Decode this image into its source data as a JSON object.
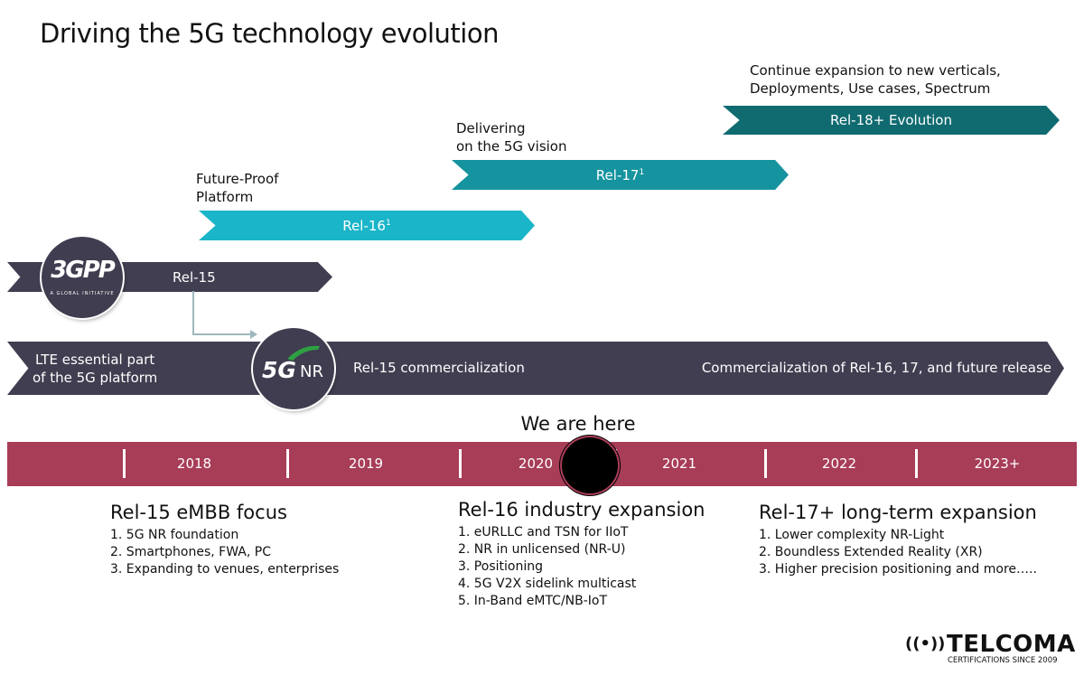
{
  "title": "Driving the 5G technology evolution",
  "colors": {
    "dark": "#403e50",
    "rel16": "#1ab5c9",
    "rel17": "#15939f",
    "rel18": "#0f6b70",
    "timeline": "#a83d58"
  },
  "releases": {
    "rel15": {
      "label": "Rel-15"
    },
    "rel16": {
      "label": "Rel-16",
      "sup": "1",
      "caption_line1": "Future-Proof",
      "caption_line2": "Platform"
    },
    "rel17": {
      "label": "Rel-17",
      "sup": "1",
      "caption_line1": "Delivering",
      "caption_line2": "on the 5G vision"
    },
    "rel18": {
      "label": "Rel-18+ Evolution",
      "caption_line1": "Continue expansion to new verticals,",
      "caption_line2": "Deployments, Use cases, Spectrum"
    }
  },
  "logo_3gpp": {
    "text": "3GPP",
    "sub": "A GLOBAL INITIATIVE"
  },
  "logo_5gnr": {
    "text": "5G",
    "sub": "NR"
  },
  "lte_band": {
    "left_line1": "LTE essential part",
    "left_line2": "of the 5G platform",
    "middle": "Rel-15 commercialization",
    "right": "Commercialization of Rel-16, 17, and future release"
  },
  "marker": "We are here",
  "years": [
    "2018",
    "2019",
    "2020",
    "2021",
    "2022",
    "2023+"
  ],
  "sections": [
    {
      "heading": "Rel-15 eMBB focus",
      "items": [
        "1.  5G NR foundation",
        "2. Smartphones, FWA, PC",
        "3. Expanding to venues, enterprises"
      ]
    },
    {
      "heading": "Rel-16 industry expansion",
      "items": [
        "1. eURLLC and TSN for IIoT",
        "2. NR in unlicensed (NR-U)",
        "3. Positioning",
        "4. 5G V2X sidelink multicast",
        "5. In-Band eMTC/NB-IoT"
      ]
    },
    {
      "heading": "Rel-17+ long-term expansion",
      "items": [
        "1. Lower complexity NR-Light",
        "2. Boundless Extended Reality (XR)",
        "3. Higher precision positioning and more….."
      ]
    }
  ],
  "brand": {
    "name": "TELCOMA",
    "tagline": "CERTIFICATIONS SINCE 2009"
  }
}
